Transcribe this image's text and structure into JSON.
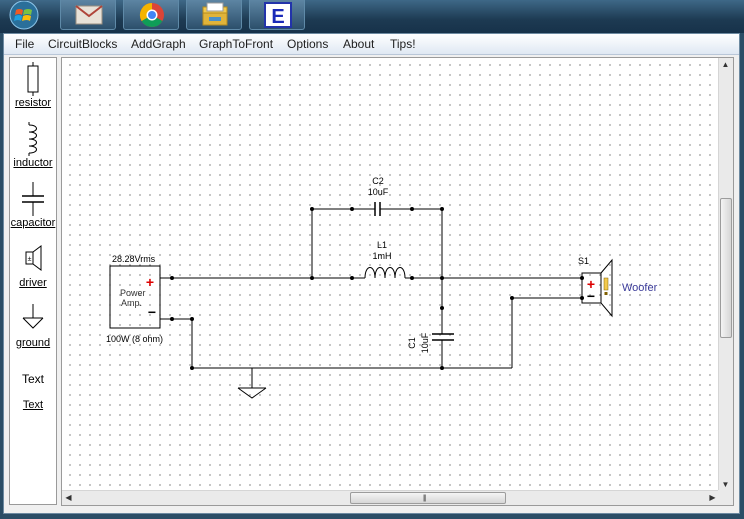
{
  "taskbar": {
    "buttons": [
      {
        "icon": "mail-icon"
      },
      {
        "icon": "chrome-icon"
      },
      {
        "icon": "file-explorer-icon"
      },
      {
        "icon": "app-e-icon"
      }
    ]
  },
  "menubar": {
    "items": [
      "File",
      "CircuitBlocks",
      "AddGraph",
      "GraphToFront",
      "Options",
      "About",
      "Tips!"
    ]
  },
  "palette": {
    "items": [
      {
        "label": "resistor",
        "icon": "resistor-icon"
      },
      {
        "label": "inductor",
        "icon": "inductor-icon"
      },
      {
        "label": "capacitor",
        "icon": "capacitor-icon"
      },
      {
        "label": "driver",
        "icon": "driver-icon"
      },
      {
        "label": "ground",
        "icon": "ground-icon"
      },
      {
        "label": "Text",
        "icon": "text-icon"
      }
    ],
    "text_preview": "Text"
  },
  "circuit": {
    "amp": {
      "voltage": "28.28Vrms",
      "name_line1": "Power",
      "name_line2": "Amp.",
      "rating": "100W (8 ohm)",
      "plus": "+",
      "minus": "−"
    },
    "c2": {
      "name": "C2",
      "value": "10uF"
    },
    "l1": {
      "name": "L1",
      "value": "1mH"
    },
    "c1": {
      "name": "C1",
      "value": "10uF"
    },
    "speaker": {
      "name": "S1",
      "label": "Woofer",
      "plus": "+",
      "minus": "−"
    }
  },
  "colors": {
    "wire": "#000000",
    "plus": "#dd0000",
    "woofer_text": "#3a3a99",
    "menu_bg": "#e8eef6"
  }
}
